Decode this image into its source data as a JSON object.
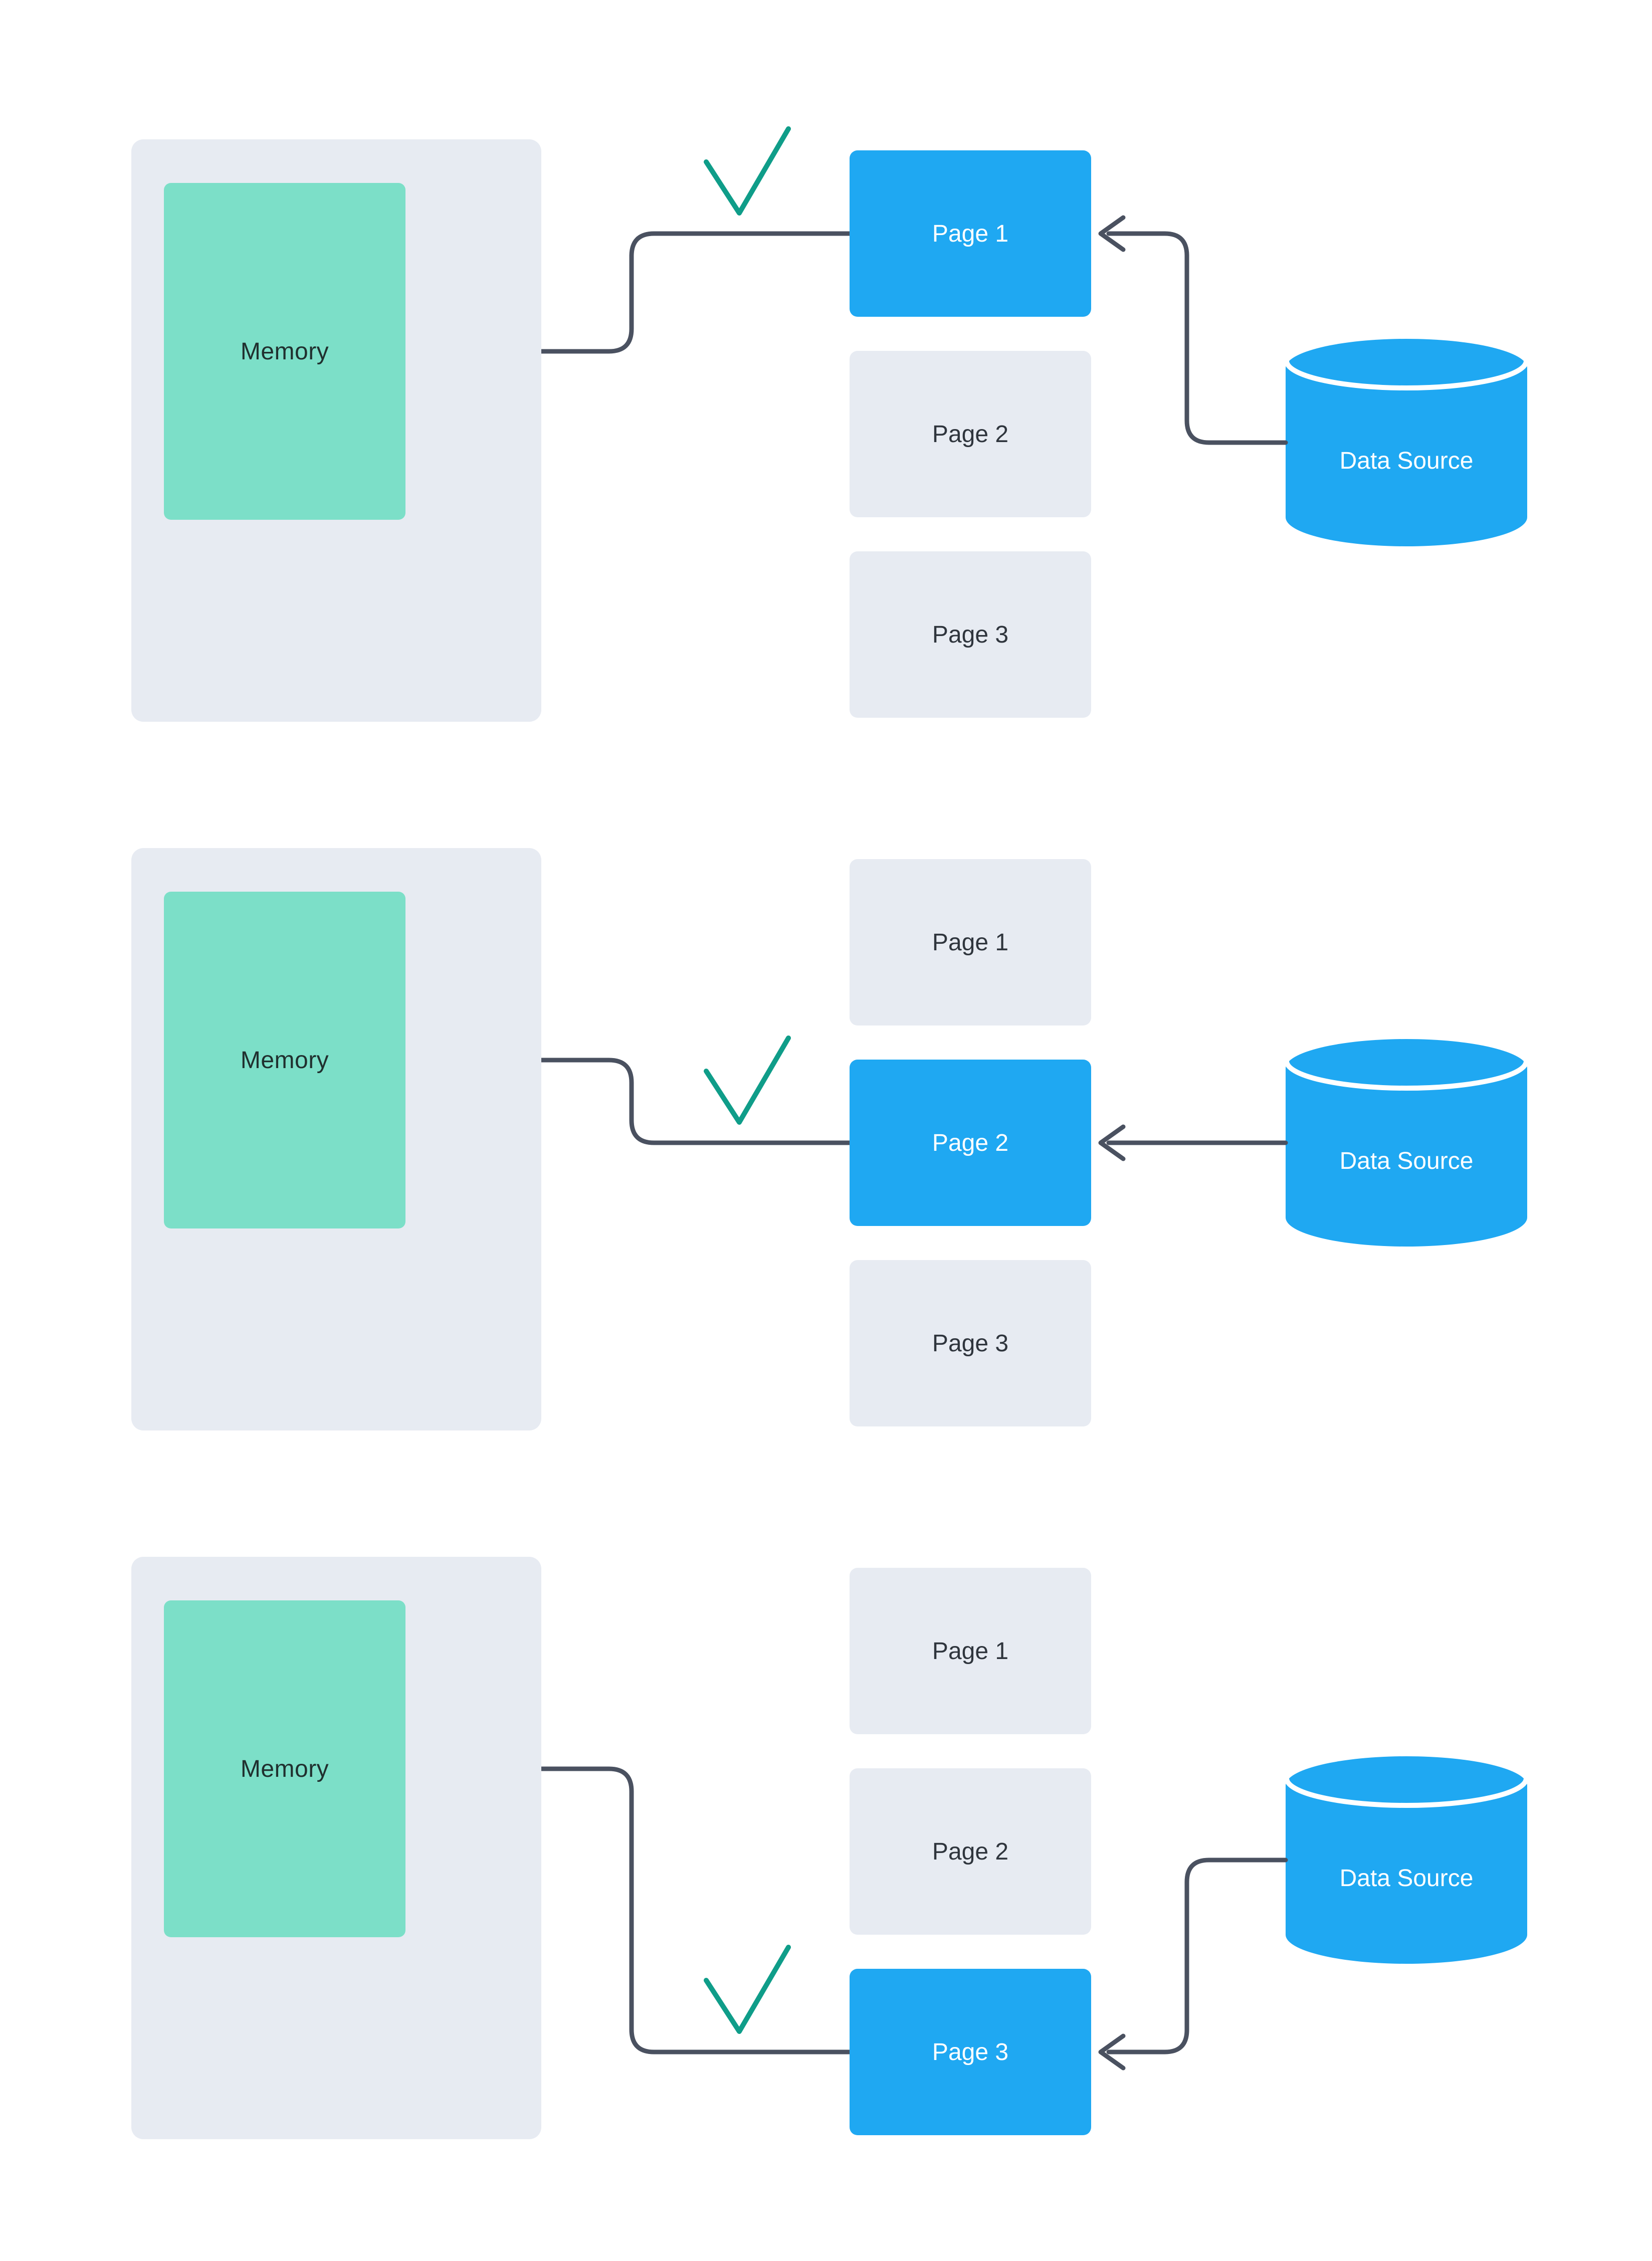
{
  "colors": {
    "highlight_blue": "#1FA8F2",
    "panel_gray": "#E7EBF2",
    "memory_green": "#7CDFC8",
    "arrow_slate": "#4A5160",
    "check_teal": "#0F9D89",
    "page_text_dark": "#2F353D",
    "memory_text_dark": "#20302F",
    "text_white": "#FFFFFF",
    "logo_teal": "#0DB8A6",
    "logo_navy": "#383E4E",
    "logo_yellow": "#F7C41A"
  },
  "icons": {
    "checkmark": "✓",
    "arrow_left": "←",
    "data_source_shape": "database-cylinder",
    "logo": "crescent-eclipse-circles"
  },
  "sections": [
    {
      "id": "step-1",
      "memory_label": "Memory",
      "data_source_label": "Data Source",
      "pages": [
        {
          "label": "Page 1",
          "highlighted": true
        },
        {
          "label": "Page 2",
          "highlighted": false
        },
        {
          "label": "Page 3",
          "highlighted": false
        }
      ]
    },
    {
      "id": "step-2",
      "memory_label": "Memory",
      "data_source_label": "Data Source",
      "pages": [
        {
          "label": "Page 1",
          "highlighted": false
        },
        {
          "label": "Page 2",
          "highlighted": true
        },
        {
          "label": "Page 3",
          "highlighted": false
        }
      ]
    },
    {
      "id": "step-3",
      "memory_label": "Memory",
      "data_source_label": "Data Source",
      "pages": [
        {
          "label": "Page 1",
          "highlighted": false
        },
        {
          "label": "Page 2",
          "highlighted": false
        },
        {
          "label": "Page 3",
          "highlighted": true
        }
      ]
    }
  ]
}
